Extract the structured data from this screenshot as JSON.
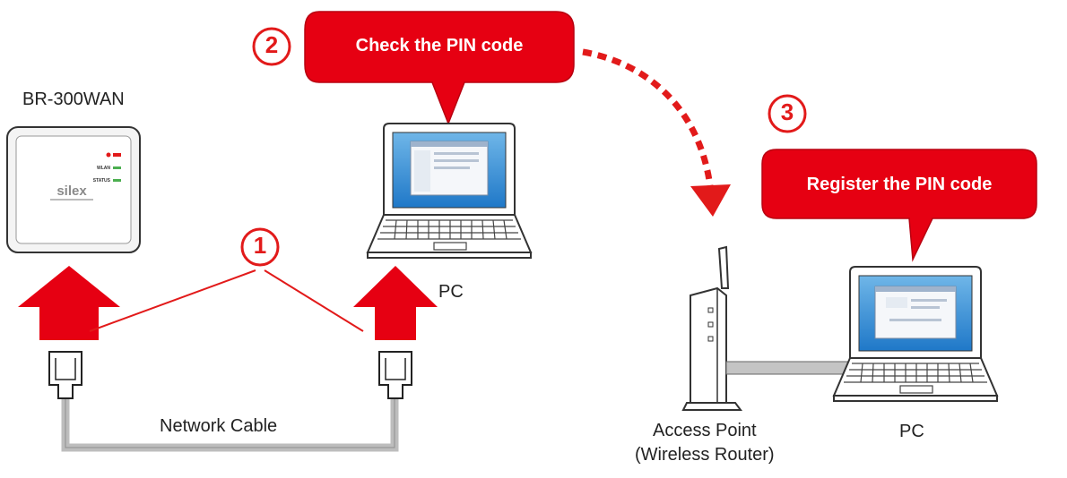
{
  "labels": {
    "device": "BR-300WAN",
    "pc_left": "PC",
    "pc_right": "PC",
    "cable": "Network Cable",
    "access_point_line1": "Access Point",
    "access_point_line2": "(Wireless Router)"
  },
  "steps": {
    "step1": "1",
    "step2": "2",
    "step3": "3"
  },
  "callouts": {
    "check_pin": "Check the PIN code",
    "register_pin": "Register the PIN code"
  },
  "device_logo": "silex",
  "led_labels": [
    "WLAN",
    "STATUS"
  ],
  "colors": {
    "accent_red": "#e21a1a",
    "cable_gray": "#bdbdbd",
    "screen_blue": "#2d8fd4"
  }
}
